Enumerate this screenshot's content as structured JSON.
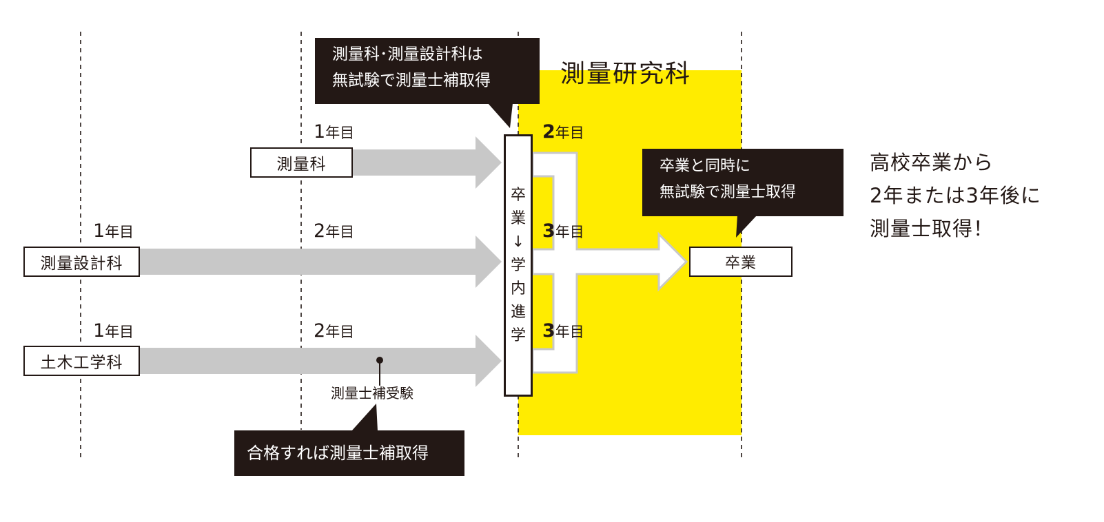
{
  "colors": {
    "yellow": "#ffec00",
    "ink": "#231815",
    "gray": "#c8c8c8",
    "gray_stroke": "#c8c8c8"
  },
  "research_course": {
    "title": "測量研究科"
  },
  "departments": [
    {
      "name": "測量科"
    },
    {
      "name": "測量設計科"
    },
    {
      "name": "土木工学科"
    }
  ],
  "year_labels": {
    "sokuryo_y1": {
      "num": "1",
      "unit": "年目"
    },
    "sekkei_y1": {
      "num": "1",
      "unit": "年目"
    },
    "sekkei_y2": {
      "num": "2",
      "unit": "年目"
    },
    "doboku_y1": {
      "num": "1",
      "unit": "年目"
    },
    "doboku_y2": {
      "num": "2",
      "unit": "年目"
    },
    "research_y2": {
      "num": "2",
      "unit": "年目"
    },
    "research_y3a": {
      "num": "3",
      "unit": "年目"
    },
    "research_y3b": {
      "num": "3",
      "unit": "年目"
    }
  },
  "vertical_box": {
    "chars": [
      "卒",
      "業",
      "↓",
      "学",
      "内",
      "進",
      "学"
    ]
  },
  "graduation_box": {
    "label": "卒業"
  },
  "exam_label": "測量士補受験",
  "callouts": {
    "top": [
      "測量科･測量設計科は",
      "無試験で測量士補取得"
    ],
    "right": [
      "卒業と同時に",
      "無試験で測量士取得"
    ],
    "bottom": [
      "合格すれば測量士補取得"
    ]
  },
  "tagline": [
    "高校卒業から",
    "2年または3年後に",
    "測量士取得！"
  ]
}
